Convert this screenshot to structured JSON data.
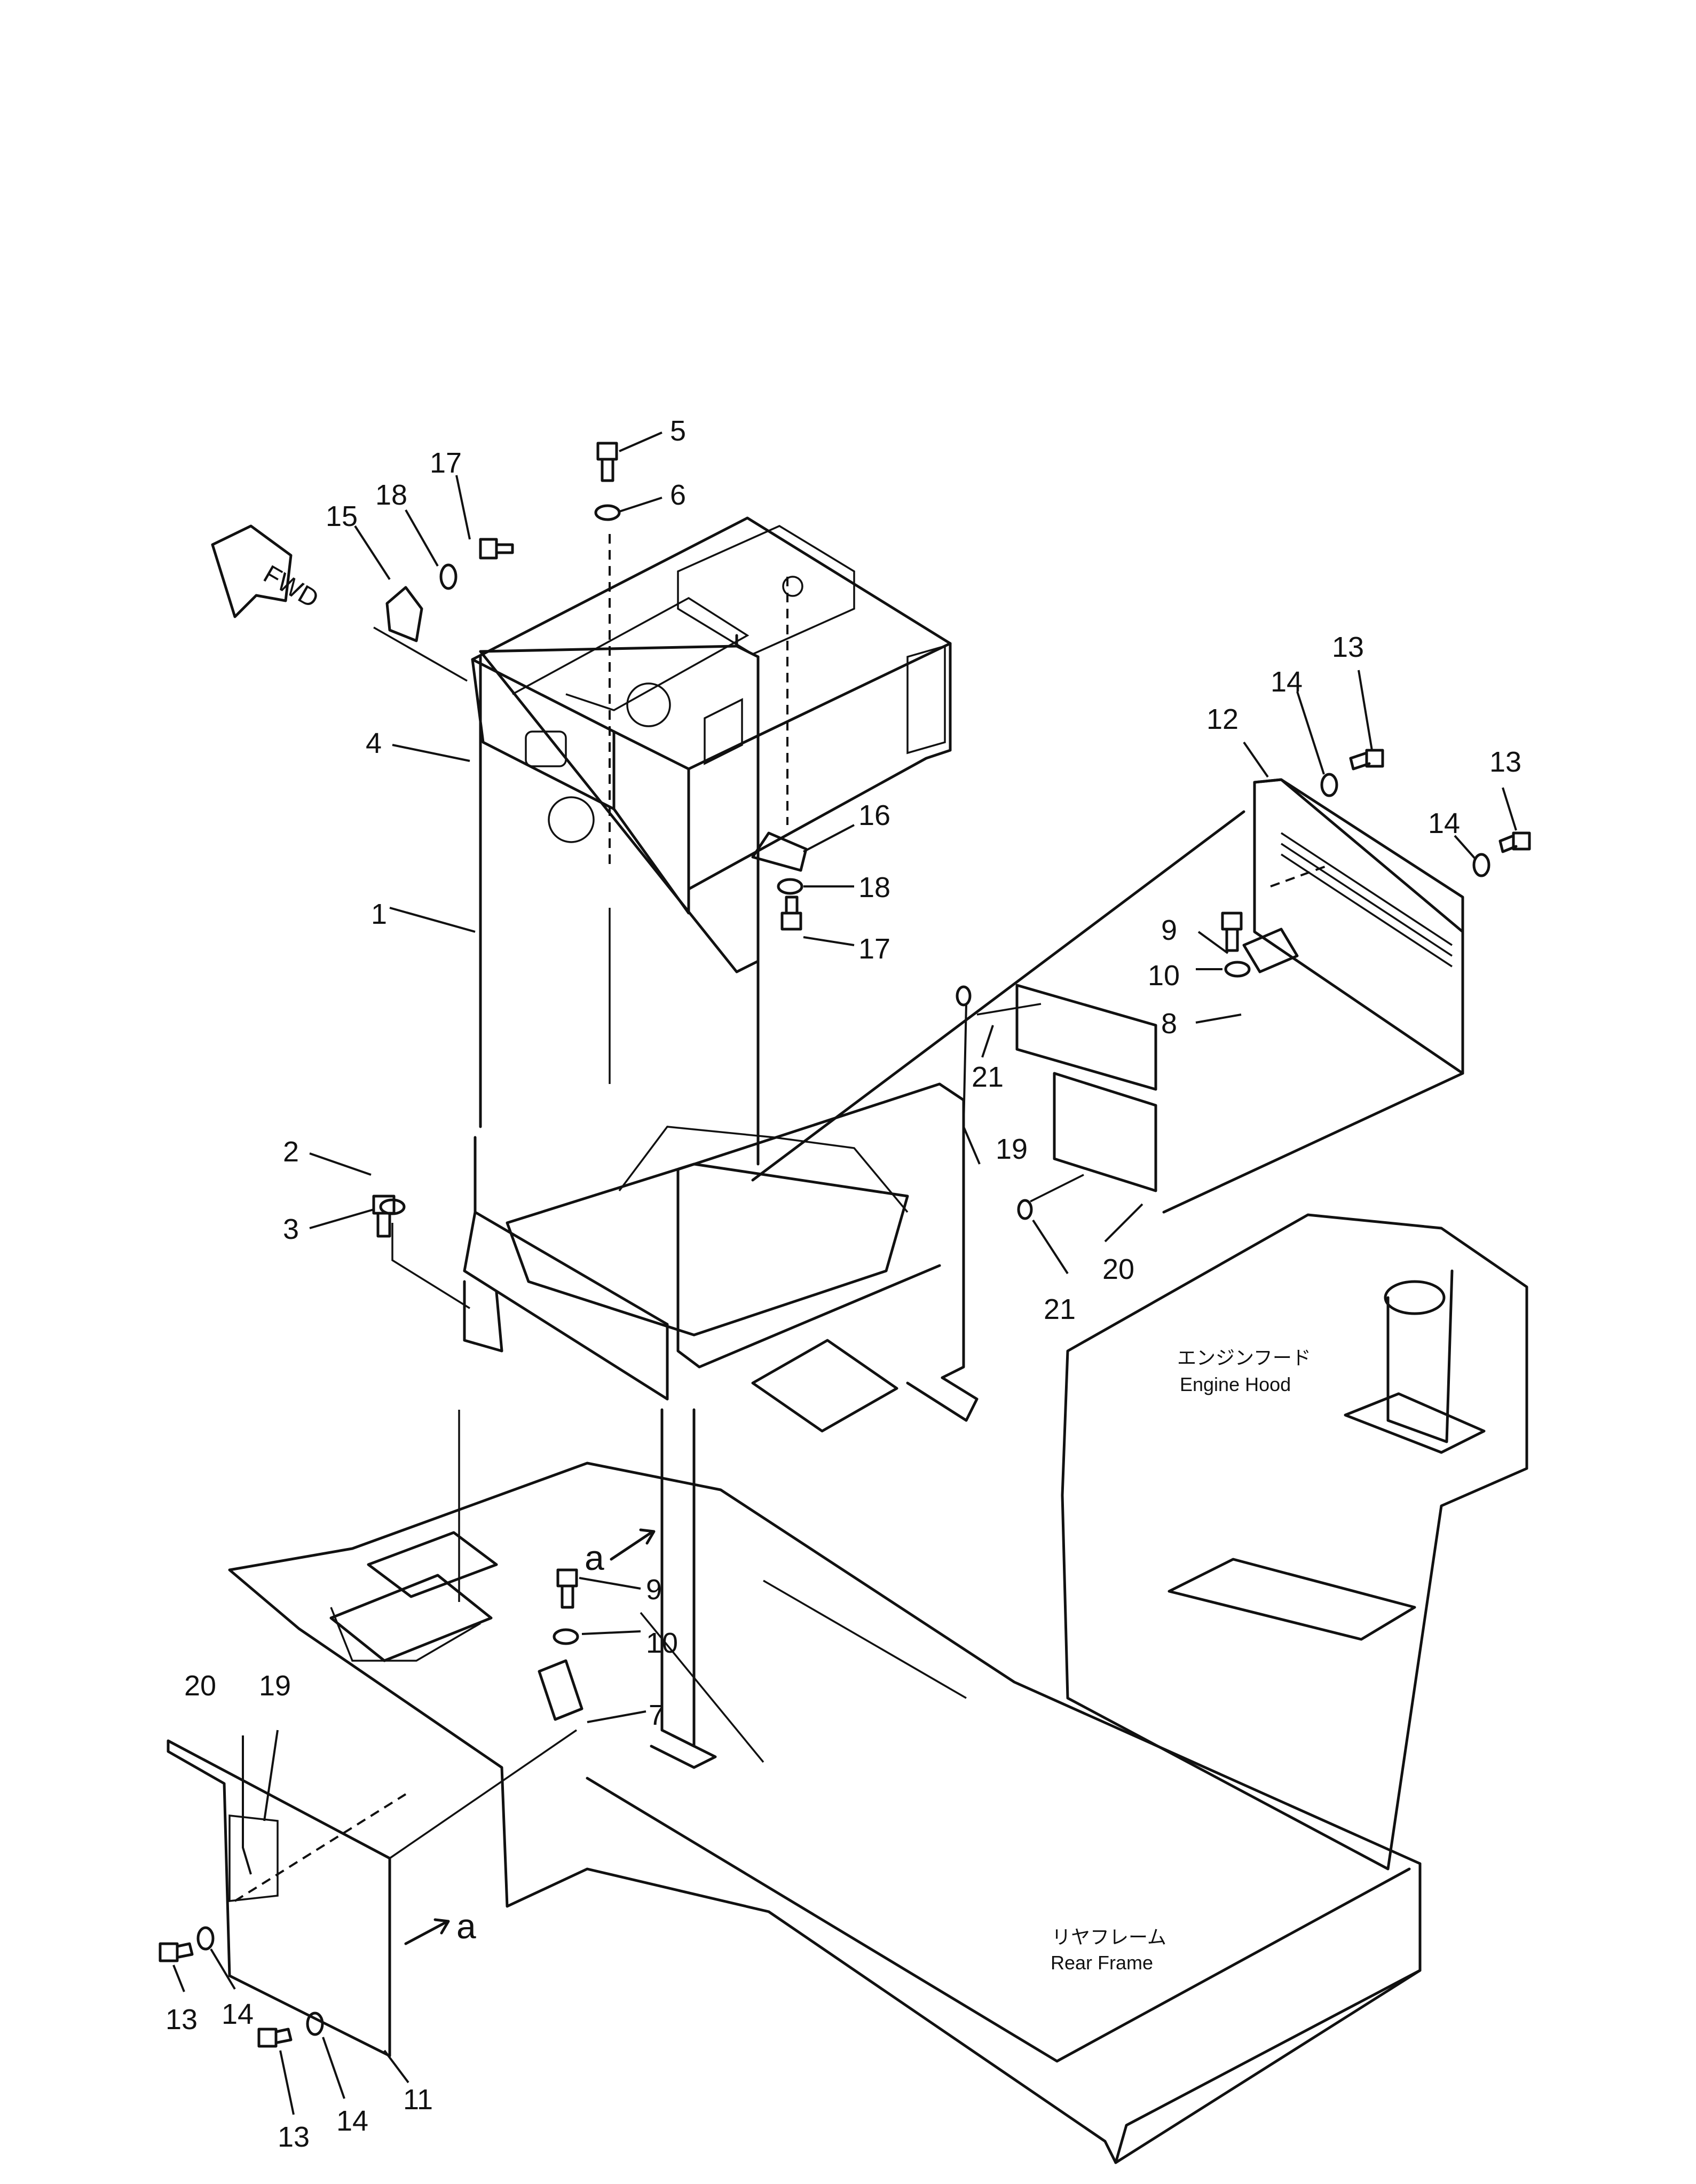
{
  "direction_marker": "FWD",
  "view_marker": "a",
  "notes": {
    "engine_hood_jp": "エンジンフード",
    "engine_hood_en": "Engine Hood",
    "rear_frame_jp": "リヤフレーム",
    "rear_frame_en": "Rear Frame"
  },
  "callouts": {
    "c1": "1",
    "c2": "2",
    "c3": "3",
    "c4": "4",
    "c5": "5",
    "c6": "6",
    "c7": "7",
    "c8": "8",
    "c9a": "9",
    "c9b": "9",
    "c10a": "10",
    "c10b": "10",
    "c11": "11",
    "c12": "12",
    "c13a": "13",
    "c13b": "13",
    "c13c": "13",
    "c13d": "13",
    "c14a": "14",
    "c14b": "14",
    "c14c": "14",
    "c14d": "14",
    "c15": "15",
    "c16": "16",
    "c17a": "17",
    "c17b": "17",
    "c18a": "18",
    "c18b": "18",
    "c19a": "19",
    "c19b": "19",
    "c20a": "20",
    "c20b": "20",
    "c21a": "21",
    "c21b": "21"
  }
}
